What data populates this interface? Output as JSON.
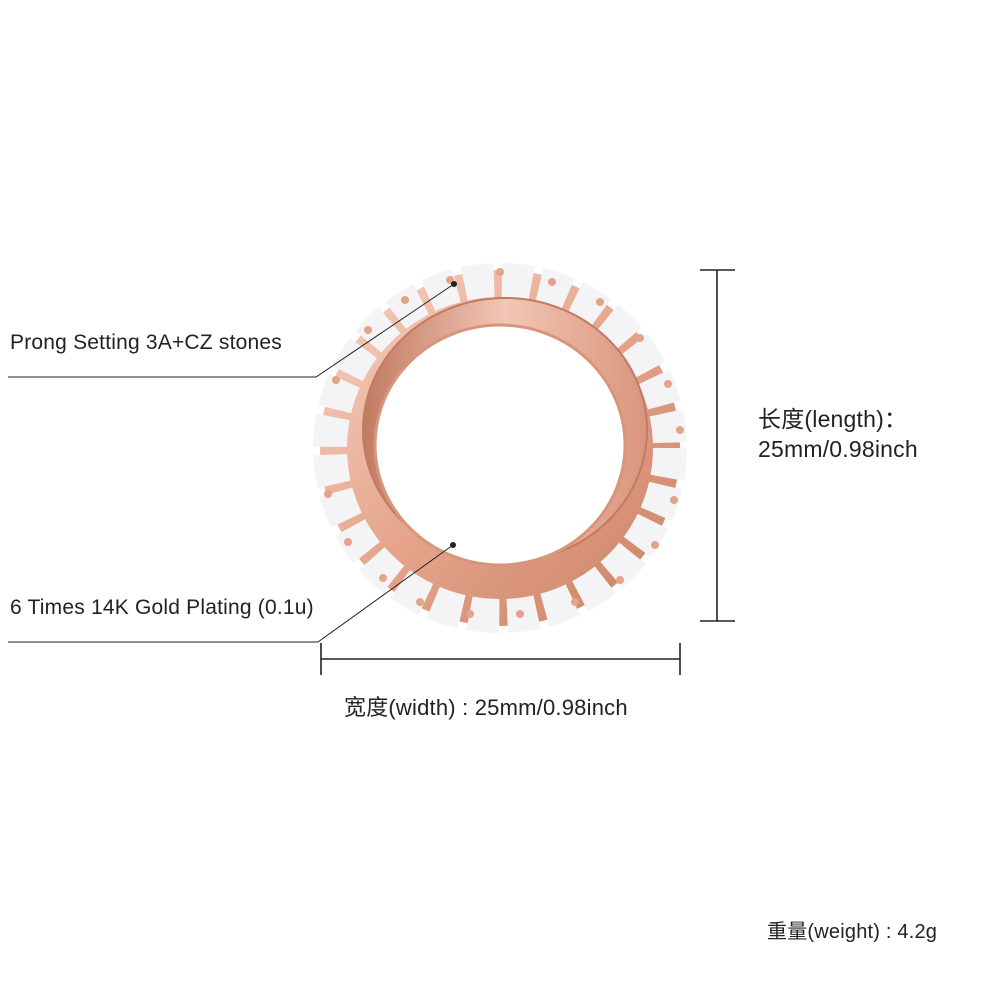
{
  "annotations": {
    "prong_setting": "Prong Setting 3A+CZ stones",
    "plating": "6 Times 14K Gold Plating (0.1u)",
    "length_label": "长度(length)：",
    "length_value": "25mm/0.98inch",
    "width": "宽度(width) : 25mm/0.98inch",
    "weight": "重量(weight) : 4.2g"
  },
  "colors": {
    "rose_gold_light": "#f2c6b4",
    "rose_gold": "#e5a48a",
    "rose_gold_dark": "#c27a62",
    "stone": "#f4f4f6",
    "line": "#222222"
  }
}
